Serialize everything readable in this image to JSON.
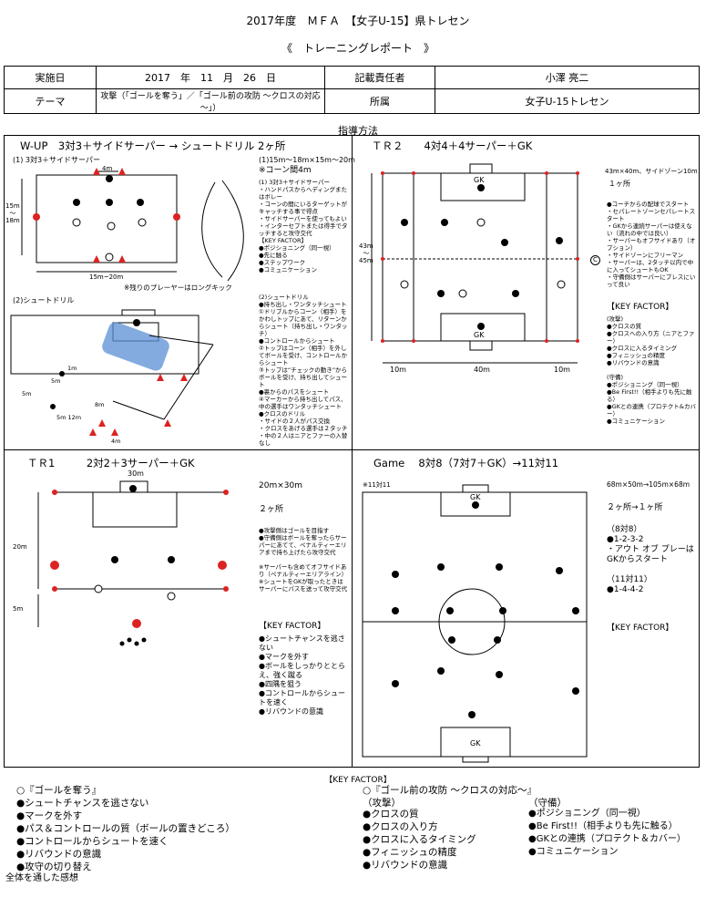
{
  "header": {
    "title": "2017年度　ＭＦＡ　【女子U-15】県トレセン",
    "subtitle": "《　トレーニングレポート　》"
  },
  "info": {
    "date_label": "実施日",
    "date_value": "2017　年　11　月　26　日",
    "reporter_label": "記載責任者",
    "reporter_value": "小澤 亮二",
    "theme_label": "テーマ",
    "theme_value": "攻撃（「ゴールを奪う」／「ゴール前の攻防 ～クロスの対応～」）",
    "org_label": "所属",
    "org_value": "女子U-15トレセン"
  },
  "section_label": "指導方法",
  "wup": {
    "title": "W-UP　3対3＋サイドサーパー → シュートドリル 2ヶ所",
    "sub1": "(1) 3対3＋サイドサーパー",
    "dim_top": "4m",
    "dim_left": "15m\n～\n18m",
    "dim_bottom": "15m~20m",
    "field_size": "(1)15m～18m×15m～20m",
    "cone_gap": "※コーン間4m",
    "desc1": "(1) 3対3＋サイドサーパー\n・ハンドパスからヘディングまたはボレー\n・コーンの間にいるターゲットがキャッチする事で得点\n・サイドサーパーを使ってもよい\n・インターセプトまたは得手でタッチすると攻守交代",
    "kf_title": "【KEY FACTOR】",
    "kf_items": "●ポジショニング（同一視）\n●先に触る\n●ステップワーク\n●コミュニケーション",
    "rest_note": "※残りのプレーヤーはロングキック",
    "sub2": "(2)シュートドリル",
    "desc2": "(2)シュートドリル\n●持ち出し・ワンタッチシュート\n①ドリブルからコーン（相手）をかわしトップにあて、リターンからシュート（持ち出し・ワンタッチ）\n●コントロールからシュート\n②トップはコーン（相手）を外してボールを受け、コントロールからシュート\n③トップは“チェックの動き”からボールを受け、持ち出してシュート\n●裏からのパスをシュート\n④マーカーから持ち出してパス、中の選手はワンタッチシュート\n●クロスのドリル\n・サイドの２人がパス交換\n・クロスをあげる選手は２タッチ\n・中の２人はニアとファーの入替なし",
    "d_1m": "1m",
    "d_5m": "5m",
    "d_5m2": "5m",
    "d_8m": "8m",
    "d_12m": "5m 12m",
    "d_4m": "4m"
  },
  "tr2": {
    "title": "ＴＲ２　　4対4＋4サーパー＋GK",
    "field_size": "43m×40m、サイドゾーン10m",
    "count": "１ヶ所",
    "desc": "●コーチからの配球でスタート\n・セパレートゾーンセパレートスタート\n・GKから連続サーパーは使えない（流れの中では良い）\n・サーパーもオフサイドあり（オプション）\n・サイドゾーンにフリーマン\n・サーパーは、2タッチ以内で中に入ってシュートもOK\n・守備側はサーパーにプレスにいって良い",
    "kf_title": "【KEY FACTOR】",
    "kf_items": "(攻撃)\n●クロスの質\n●クロスへの入り方（ニアとファー）\n●クロスに入るタイミング\n●フィニッシュの精度\n●リバウンドの意識\n\n(守備)\n●ポジショニング（同一視）\n●Be First!!（相手よりも先に触る）\n●GKとの連携（プロテクト&カバー）\n●コミュニケーション",
    "gk": "GK",
    "gk2": "GK",
    "dim_left": "43m\n～\n45m",
    "d10a": "10m",
    "d40": "40m",
    "d10b": "10m",
    "coach": "C"
  },
  "tr1": {
    "title": "ＴＲ1　　　2対2＋3サーパー＋GK",
    "dim_top": "30m",
    "dim_left": "20m",
    "dim_5m": "5m",
    "field_size": "20m×30m",
    "count": "２ヶ所",
    "desc": "●攻撃側はゴールを目指す\n●守備側はボールを奪ったらサーパーにあてて、ペナルティーエリアまで持ち上げたら攻守交代\n\n※サーパーも含めてオフサイドあり（ペナルティーエリアライン）\n※シュートをGKが取ったときはサーパーにパスを送って攻守交代",
    "kf_title": "【KEY FACTOR】",
    "kf_items": "●シュートチャンスを逃さない\n●マークを外す\n●ボールをしっかりととらえ、強く蹴る\n●四隅を狙う\n●コントロールからシュートを速く\n●リバウンドの意識"
  },
  "game": {
    "title": "Game　 8対8（7対7＋GK）→11対11",
    "note": "※11対11",
    "field_size": "68m×50m→105m×68m",
    "count": "２ヶ所→１ヶ所",
    "desc": "（8対8）\n●1-2-3-2\n・アウト オブ プレーはGKからスタート\n\n（11対11）\n●1-4-4-2",
    "kf_title": "【KEY FACTOR】",
    "gk": "GK",
    "gk2": "GK"
  },
  "keyfactor": {
    "title": "【KEY FACTOR】",
    "left_head": "○『ゴールを奪う』",
    "left_items": "●シュートチャンスを逃さない\n●マークを外す\n●パス＆コントロールの質（ボールの置きどころ）\n●コントロールからシュートを速く\n●リバウンドの意識\n●攻守の切り替え",
    "mid_head": "○『ゴール前の攻防 ～クロスの対応～』",
    "mid_sub": "（攻撃）",
    "mid_items": "●クロスの質\n●クロスの入り方\n●クロスに入るタイミング\n●フィニッシュの精度\n●リバウンドの意識",
    "right_sub": "（守備）",
    "right_items": "●ポジショニング（同一視）\n●Be First!!（相手よりも先に触る）\n●GKとの連携（プロテクト＆カバー）\n●コミュニケーション"
  },
  "footer": "全体を通した感想"
}
